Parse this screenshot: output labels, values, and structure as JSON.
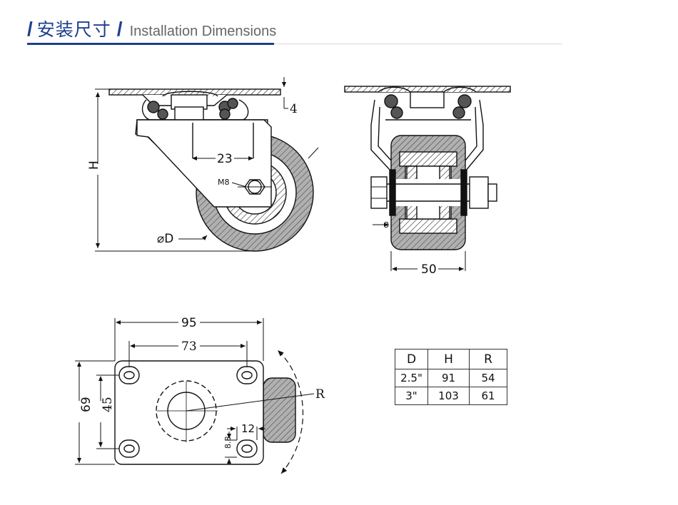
{
  "header": {
    "slash": "/",
    "title_cn": "安装尺寸",
    "title_en": "Installation Dimensions"
  },
  "labels": {
    "plate_thickness": "4",
    "height": "H",
    "offset": "23",
    "bolt": "M8",
    "diameter": "⌀D",
    "width": "50",
    "washer": "3",
    "plate_length": "95",
    "hole_spacing_long": "73",
    "plate_width": "69",
    "hole_spacing_short": "45",
    "hole_slot": "12",
    "hole_size": "8.8",
    "radius": "R"
  },
  "table": {
    "headers": [
      "D",
      "H",
      "R"
    ],
    "rows": [
      [
        "2.5\"",
        "91",
        "54"
      ],
      [
        "3\"",
        "103",
        "61"
      ]
    ]
  },
  "colors": {
    "brand_blue": "#1d3f8f",
    "wheel_gray": "#b0b0b0",
    "line": "#111111"
  }
}
